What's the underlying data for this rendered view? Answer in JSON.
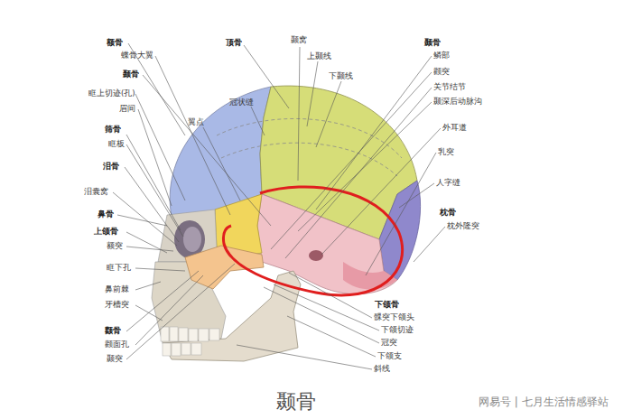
{
  "diagram": {
    "caption": "颞骨",
    "labels": [
      "额骨",
      "蝶骨大翼",
      "颞骨",
      "眶上切迹(孔)",
      "眉间",
      "筛骨",
      "眶板",
      "泪骨",
      "泪囊窝",
      "鼻骨",
      "上颌骨",
      "额突",
      "眶下孔",
      "鼻前棘",
      "牙槽突",
      "颧骨",
      "颧面孔",
      "颞突",
      "顶骨",
      "颞窝",
      "上颞线",
      "下颞线",
      "冠状缝",
      "翼点",
      "颞骨",
      "鳞部",
      "颧突",
      "关节结节",
      "颞深后动脉沟",
      "外耳道",
      "乳突",
      "人字缝",
      "枕骨",
      "枕外隆突",
      "下颌骨",
      "髁突下颌头",
      "下颌切迹",
      "冠突",
      "下颌支",
      "斜线",
      "网易号 | 七月生活情感驿站"
    ]
  }
}
